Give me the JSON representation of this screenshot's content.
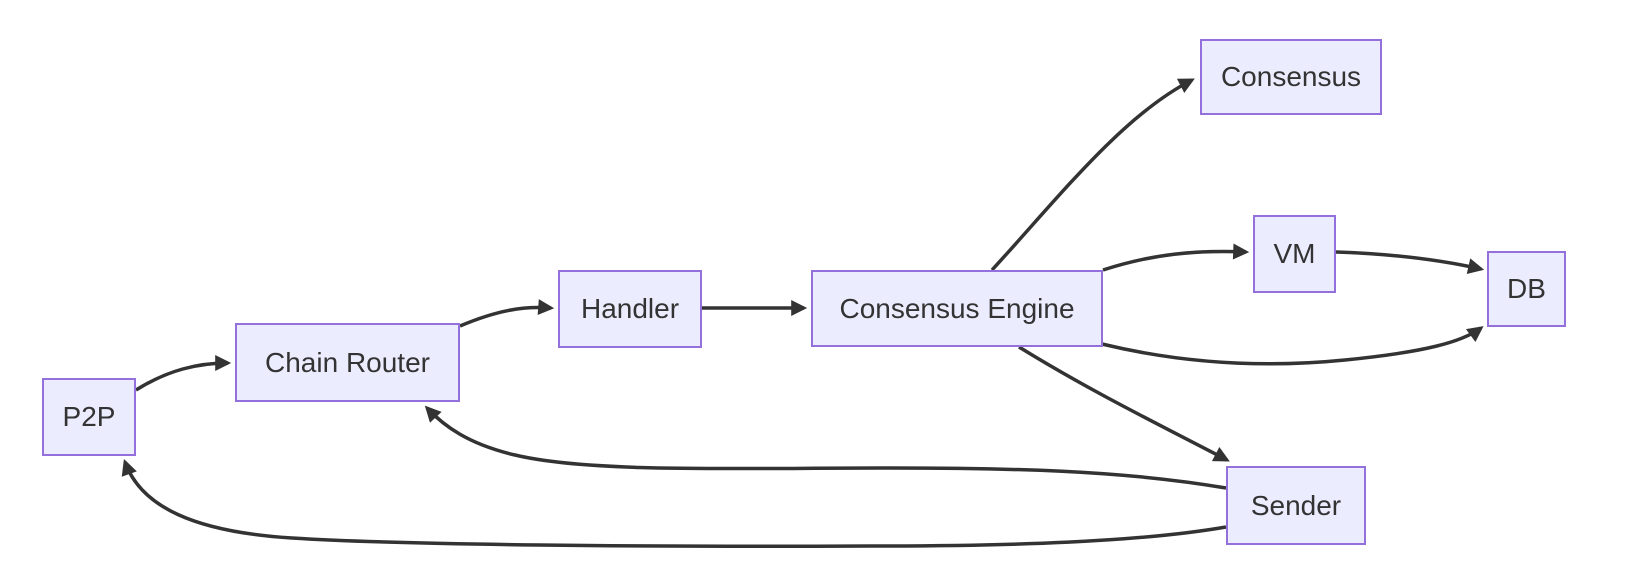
{
  "diagram": {
    "type": "flowchart",
    "direction": "left-to-right",
    "colors": {
      "node_fill": "#ECECFF",
      "node_border": "#9370DB",
      "edge": "#333333",
      "text": "#333333",
      "background": "#ffffff"
    },
    "nodes": [
      {
        "id": "p2p",
        "label": "P2P"
      },
      {
        "id": "chain_router",
        "label": "Chain Router"
      },
      {
        "id": "handler",
        "label": "Handler"
      },
      {
        "id": "consensus_engine",
        "label": "Consensus Engine"
      },
      {
        "id": "consensus",
        "label": "Consensus"
      },
      {
        "id": "vm",
        "label": "VM"
      },
      {
        "id": "db",
        "label": "DB"
      },
      {
        "id": "sender",
        "label": "Sender"
      }
    ],
    "edges": [
      {
        "from": "P2P",
        "to": "Chain Router"
      },
      {
        "from": "Chain Router",
        "to": "Handler"
      },
      {
        "from": "Handler",
        "to": "Consensus Engine"
      },
      {
        "from": "Consensus Engine",
        "to": "Consensus"
      },
      {
        "from": "Consensus Engine",
        "to": "VM"
      },
      {
        "from": "VM",
        "to": "DB"
      },
      {
        "from": "Consensus Engine",
        "to": "DB"
      },
      {
        "from": "Consensus Engine",
        "to": "Sender"
      },
      {
        "from": "Sender",
        "to": "Chain Router"
      },
      {
        "from": "Sender",
        "to": "P2P"
      }
    ]
  }
}
